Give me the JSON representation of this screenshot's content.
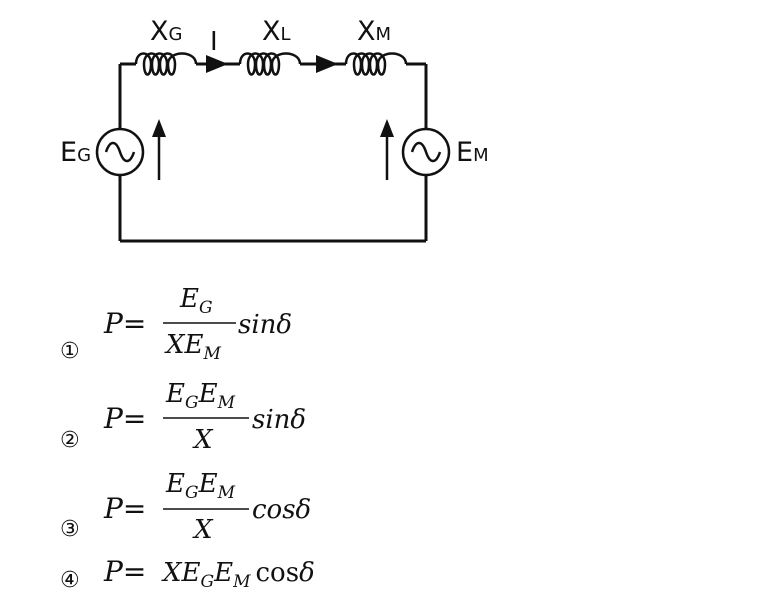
{
  "circuit": {
    "xg": {
      "main": "X",
      "sub": "G"
    },
    "xl": {
      "main": "X",
      "sub": "L"
    },
    "xm": {
      "main": "X",
      "sub": "M"
    },
    "current": "I",
    "eg": {
      "main": "E",
      "sub": "G"
    },
    "em": {
      "main": "E",
      "sub": "M"
    }
  },
  "options": [
    {
      "number": "①",
      "lhs": "P=",
      "num": {
        "a": "E",
        "a_sub": "G"
      },
      "den": {
        "a": "XE",
        "a_sub": "M"
      },
      "tail": "sinδ"
    },
    {
      "number": "②",
      "lhs": "P=",
      "num": {
        "a": "E",
        "a_sub": "G",
        "b": "E",
        "b_sub": "M"
      },
      "den": {
        "a": "X"
      },
      "tail": "sinδ"
    },
    {
      "number": "③",
      "lhs": "P=",
      "num": {
        "a": "E",
        "a_sub": "G",
        "b": "E",
        "b_sub": "M"
      },
      "den": {
        "a": "X"
      },
      "tail": "cosδ"
    },
    {
      "number": "④",
      "lhs": "P=",
      "expr": {
        "a": "XE",
        "a_sub": "G",
        "b": "E",
        "b_sub": "M",
        "fn": "cos",
        "var": "δ"
      }
    }
  ]
}
